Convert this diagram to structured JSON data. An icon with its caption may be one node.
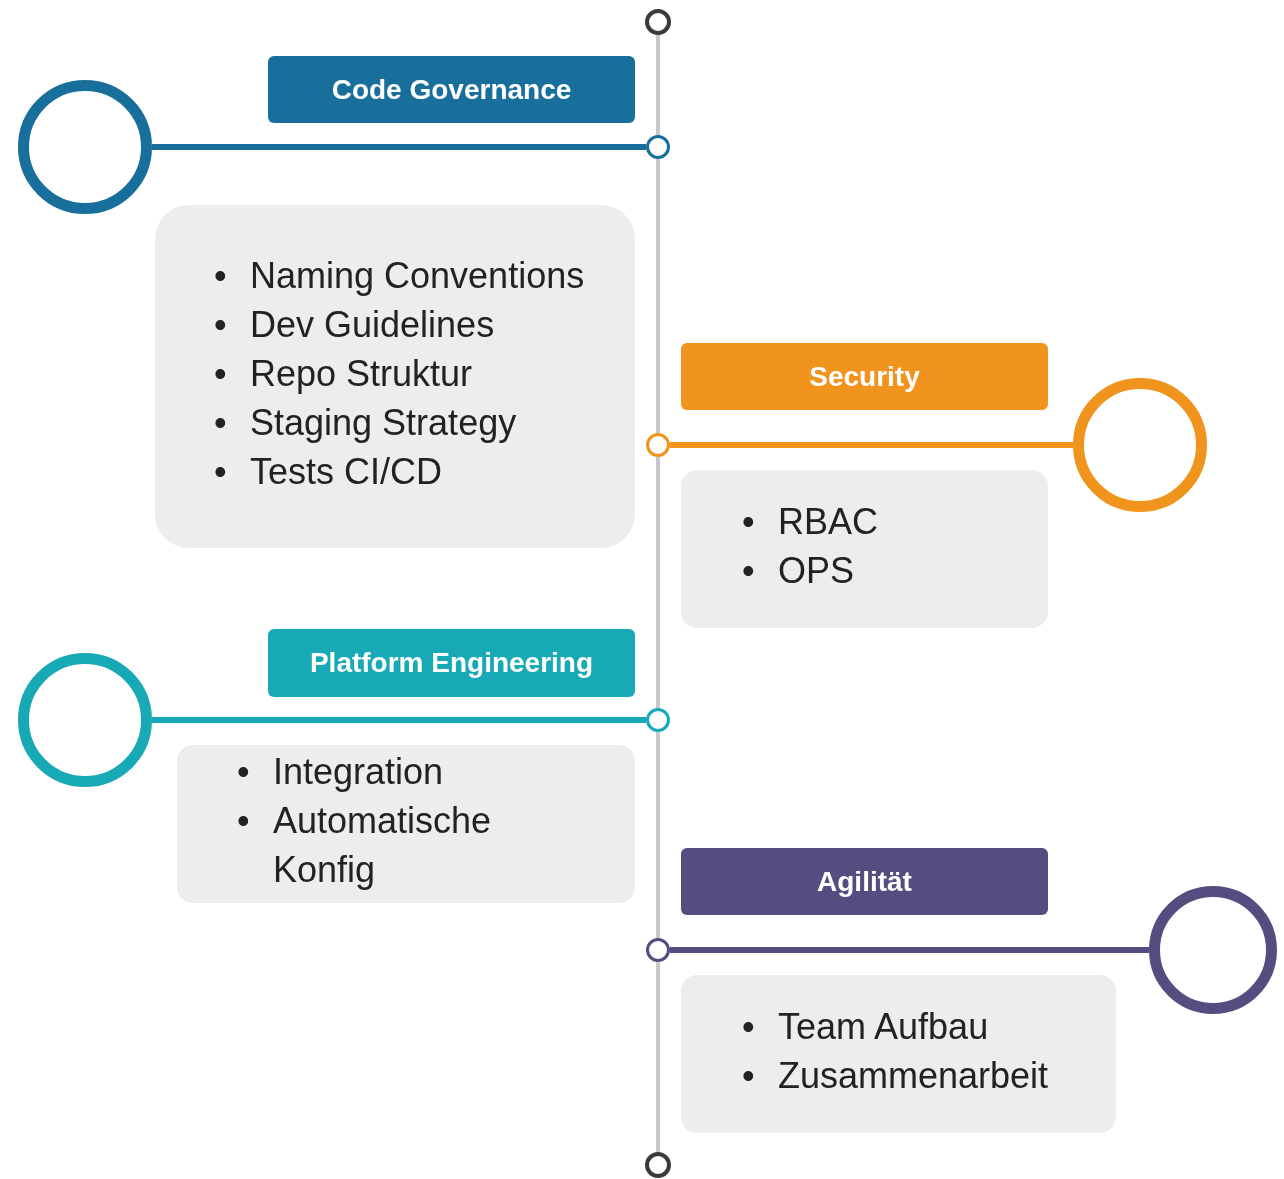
{
  "diagram": {
    "nodes": [
      {
        "text": [],
        "shape": "circle"
      },
      {
        "text": [
          "Code Governance"
        ]
      },
      {
        "text": [],
        "shape": "circle"
      },
      {
        "text": [],
        "shape": "circle"
      },
      {
        "text": [
          "• Naming Conventions",
          "• Dev Guidelines",
          "• Repo Struktur",
          "• Staging Strategy",
          "• Tests CI/CD"
        ]
      },
      {
        "text": [
          "Security"
        ]
      },
      {
        "text": [],
        "shape": "circle"
      },
      {
        "text": [],
        "shape": "circle"
      },
      {
        "text": [
          "• RBAC",
          "• OPS"
        ]
      },
      {
        "text": [
          "Platform Engineering"
        ]
      },
      {
        "text": [],
        "shape": "circle"
      },
      {
        "text": [],
        "shape": "circle"
      },
      {
        "text": [
          "• Integration",
          "• Automatische Konfig"
        ]
      },
      {
        "text": [
          "Agilität"
        ]
      },
      {
        "text": [],
        "shape": "circle"
      },
      {
        "text": [],
        "shape": "circle"
      },
      {
        "text": [
          "• Team Aufbau",
          "• Zusammenarbeit"
        ]
      },
      {
        "text": [],
        "shape": "circle"
      }
    ],
    "edges": [
      {
        "from": 0,
        "to": 3,
        "arrow": "none"
      },
      {
        "from": 3,
        "to": 6,
        "arrow": "none"
      },
      {
        "from": 6,
        "to": 11,
        "arrow": "none"
      },
      {
        "from": 11,
        "to": 14,
        "arrow": "none"
      },
      {
        "from": 14,
        "to": 17,
        "arrow": "none"
      },
      {
        "from": 2,
        "to": 3,
        "arrow": "none",
        "color": "#186f9b"
      },
      {
        "from": 6,
        "to": 7,
        "arrow": "none",
        "color": "#f0941e"
      },
      {
        "from": 10,
        "to": 11,
        "arrow": "none",
        "color": "#17a9b5"
      },
      {
        "from": 14,
        "to": 15,
        "arrow": "none",
        "color": "#574c7f"
      }
    ]
  }
}
